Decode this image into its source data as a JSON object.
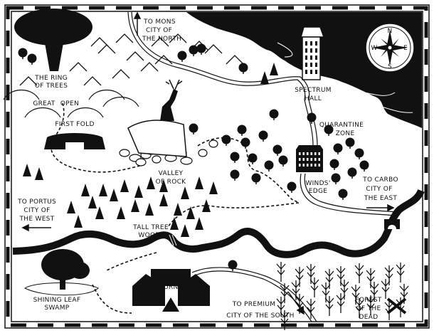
{
  "colors": {
    "ink": "#111111",
    "paper": "#ffffff"
  },
  "compass": {
    "n": "N",
    "e": "E",
    "s": "S",
    "w": "W"
  },
  "labels": {
    "north": [
      "TO MONS",
      "CITY OF",
      "THE NORTH"
    ],
    "ring": [
      "THE RING",
      "OF TREES"
    ],
    "great": "GREAT",
    "open": "OPEN",
    "first_fold": "FIRST FOLD",
    "spectrum": [
      "SPECTRUM",
      "HALL"
    ],
    "quarantine": [
      "QUARANTINE",
      "ZONE"
    ],
    "valley": [
      "VALLEY",
      "OF ROCK"
    ],
    "winds": [
      "WINDS'",
      "EDGE"
    ],
    "east": [
      "TO CARBO",
      "CITY OF",
      "THE EAST"
    ],
    "west": [
      "TO PORTUS",
      "CITY OF",
      "THE WEST"
    ],
    "tall_tree": [
      "TALL TREE",
      "WOOD"
    ],
    "farm": "OLD BURN FARM",
    "swamp": [
      "SHINING LEAF",
      "SWAMP"
    ],
    "south": [
      "TO PREMIUM",
      "CITY OF THE SOUTH"
    ],
    "forest_dead": [
      "FOREST",
      "OF THE",
      "DEAD"
    ]
  }
}
